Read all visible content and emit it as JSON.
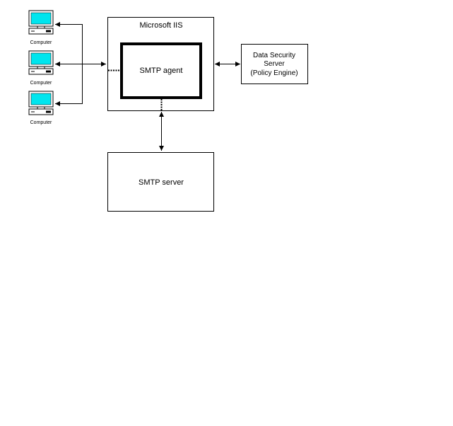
{
  "iis": {
    "label": "Microsoft IIS"
  },
  "agent": {
    "label": "SMTP agent"
  },
  "smtp_server": {
    "label": "SMTP server"
  },
  "data_security": {
    "lines": [
      "Data Security",
      "Server",
      "(Policy Engine)"
    ]
  },
  "computers": [
    {
      "label": "Computer"
    },
    {
      "label": "Computer"
    },
    {
      "label": "Computer"
    }
  ],
  "colors": {
    "screen": "#00e5ee",
    "stroke": "#000000",
    "background": "#ffffff"
  }
}
